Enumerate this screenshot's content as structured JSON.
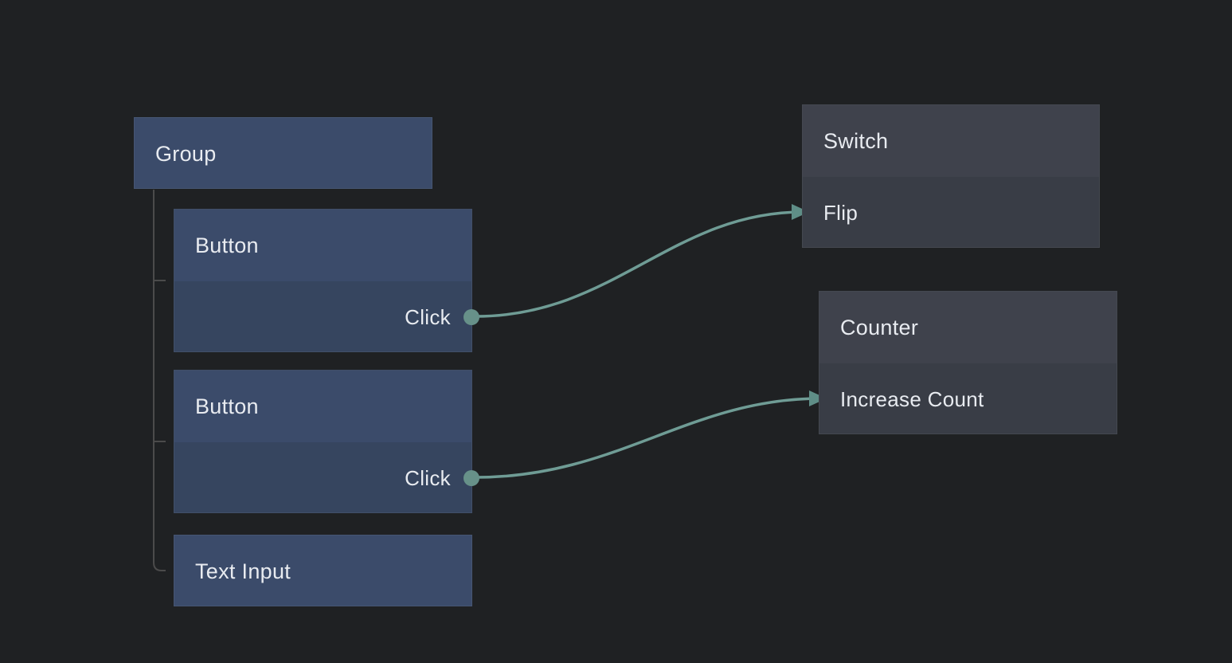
{
  "app": {
    "view": "node-connection-graph",
    "background": "#1f2123"
  },
  "colors": {
    "background": "#1f2123",
    "blue_header": "#3b4b6a",
    "blue_body": "#36455f",
    "gray_header": "#3f424c",
    "gray_body": "#393d46",
    "edge": "#6f9c95",
    "port": "#679189",
    "arrow": "#5f8e87",
    "tree_line": "#4b4b4b",
    "text": "#e8ebf0"
  },
  "nodes": {
    "group": {
      "title": "Group"
    },
    "button1": {
      "title": "Button",
      "output_port": "Click"
    },
    "button2": {
      "title": "Button",
      "output_port": "Click"
    },
    "textInput": {
      "title": "Text Input"
    },
    "switch": {
      "title": "Switch",
      "input_action": "Flip"
    },
    "counter": {
      "title": "Counter",
      "input_action": "Increase Count"
    }
  },
  "hierarchy": {
    "parent": "Group",
    "children": [
      "Button",
      "Button",
      "Text Input"
    ]
  },
  "edges": [
    {
      "from": "Button 1 / Click",
      "to": "Switch / Flip"
    },
    {
      "from": "Button 2 / Click",
      "to": "Counter / Increase Count"
    }
  ]
}
